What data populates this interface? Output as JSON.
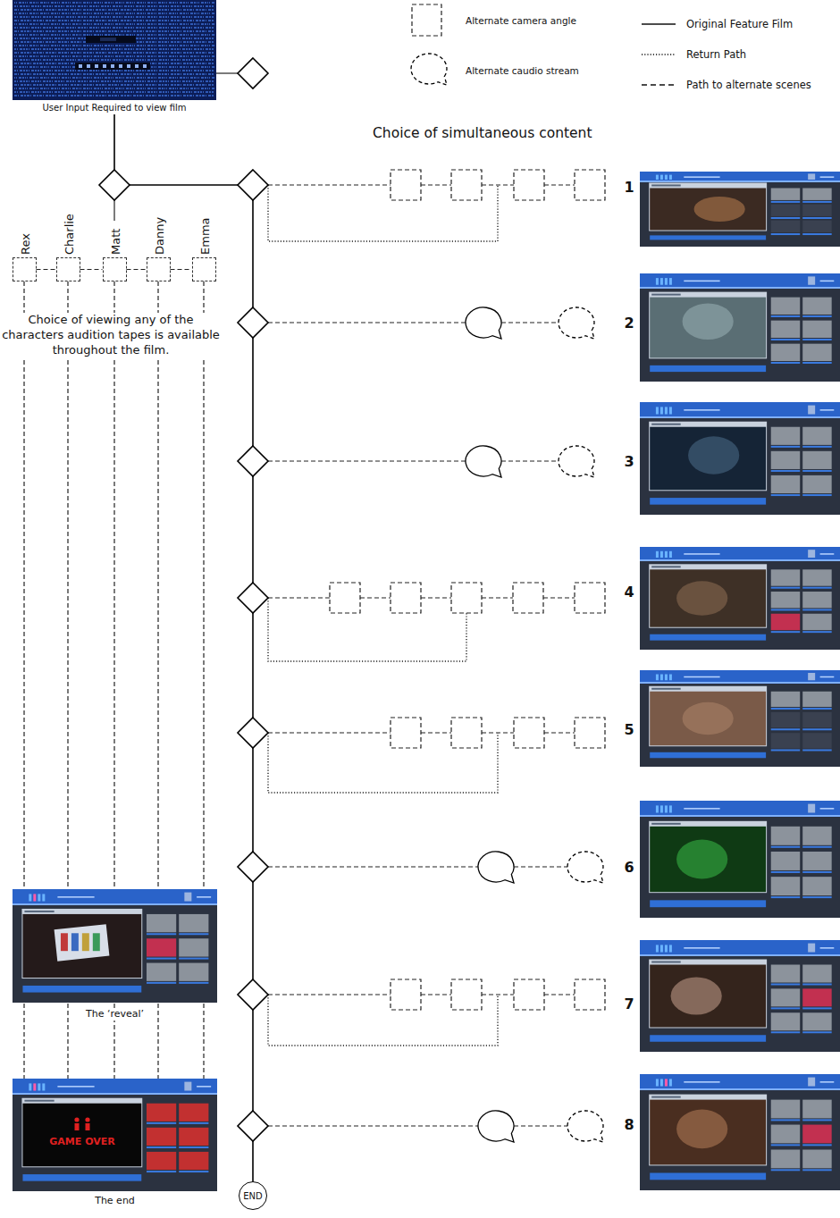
{
  "diagram": {
    "nodes": [
      {
        "text": [
          "User Input Required to view film"
        ]
      },
      {
        "text": [
          "Rex"
        ]
      },
      {
        "text": [
          "Charlie"
        ]
      },
      {
        "text": [
          "Matt"
        ]
      },
      {
        "text": [
          "Danny"
        ]
      },
      {
        "text": [
          "Emma"
        ]
      },
      {
        "text": [
          "The ‘reveal’"
        ]
      },
      {
        "text": [
          "The end"
        ]
      },
      {
        "text": [
          "END"
        ]
      }
    ],
    "edges": [
      {
        "from": 0,
        "to": 8,
        "arrow": "none"
      },
      {
        "from": 1,
        "to": 2,
        "arrow": "none"
      },
      {
        "from": 2,
        "to": 3,
        "arrow": "none"
      },
      {
        "from": 3,
        "to": 4,
        "arrow": "none"
      },
      {
        "from": 4,
        "to": 5,
        "arrow": "none"
      },
      {
        "from": 1,
        "to": 7,
        "arrow": "none"
      },
      {
        "from": 2,
        "to": 7,
        "arrow": "none"
      },
      {
        "from": 3,
        "to": 7,
        "arrow": "none"
      },
      {
        "from": 4,
        "to": 7,
        "arrow": "none"
      },
      {
        "from": 5,
        "to": 7,
        "arrow": "none"
      }
    ],
    "labels": [
      "Choice of simultaneous content",
      "1",
      "2",
      "3",
      "4",
      "5",
      "6",
      "7",
      "8",
      "Choice of viewing any of the characters audition tapes is available throughout the film.",
      "GAME OVER"
    ],
    "legend": [
      {
        "text": "Alternate camera angle"
      },
      {
        "text": "Alternate caudio stream"
      },
      {
        "text": "Original Feature Film"
      },
      {
        "text": "Return Path"
      },
      {
        "text": "Path to alternate scenes"
      }
    ]
  }
}
